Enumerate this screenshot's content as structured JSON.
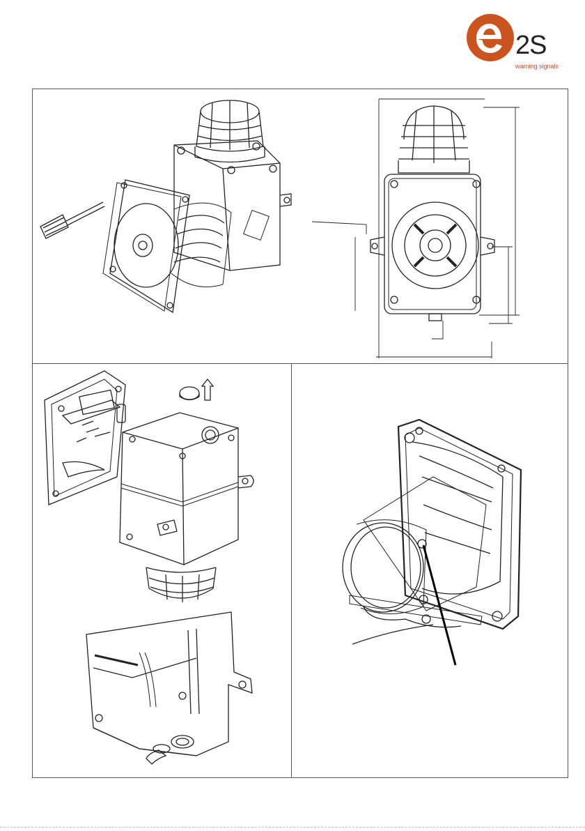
{
  "logo": {
    "brand_mark": "e2S",
    "text": "2S",
    "tagline": "warning signals",
    "accent_color": "#c9541f"
  },
  "panels": [
    {
      "id": "iso-open-cover",
      "icon": "screwdriver-icon"
    },
    {
      "id": "front-dimensions"
    },
    {
      "id": "internal-pcb-cap-removal",
      "icon": "arrow-up-icon"
    },
    {
      "id": "horn-driver-callout"
    },
    {
      "id": "cable-entry-detail"
    }
  ]
}
